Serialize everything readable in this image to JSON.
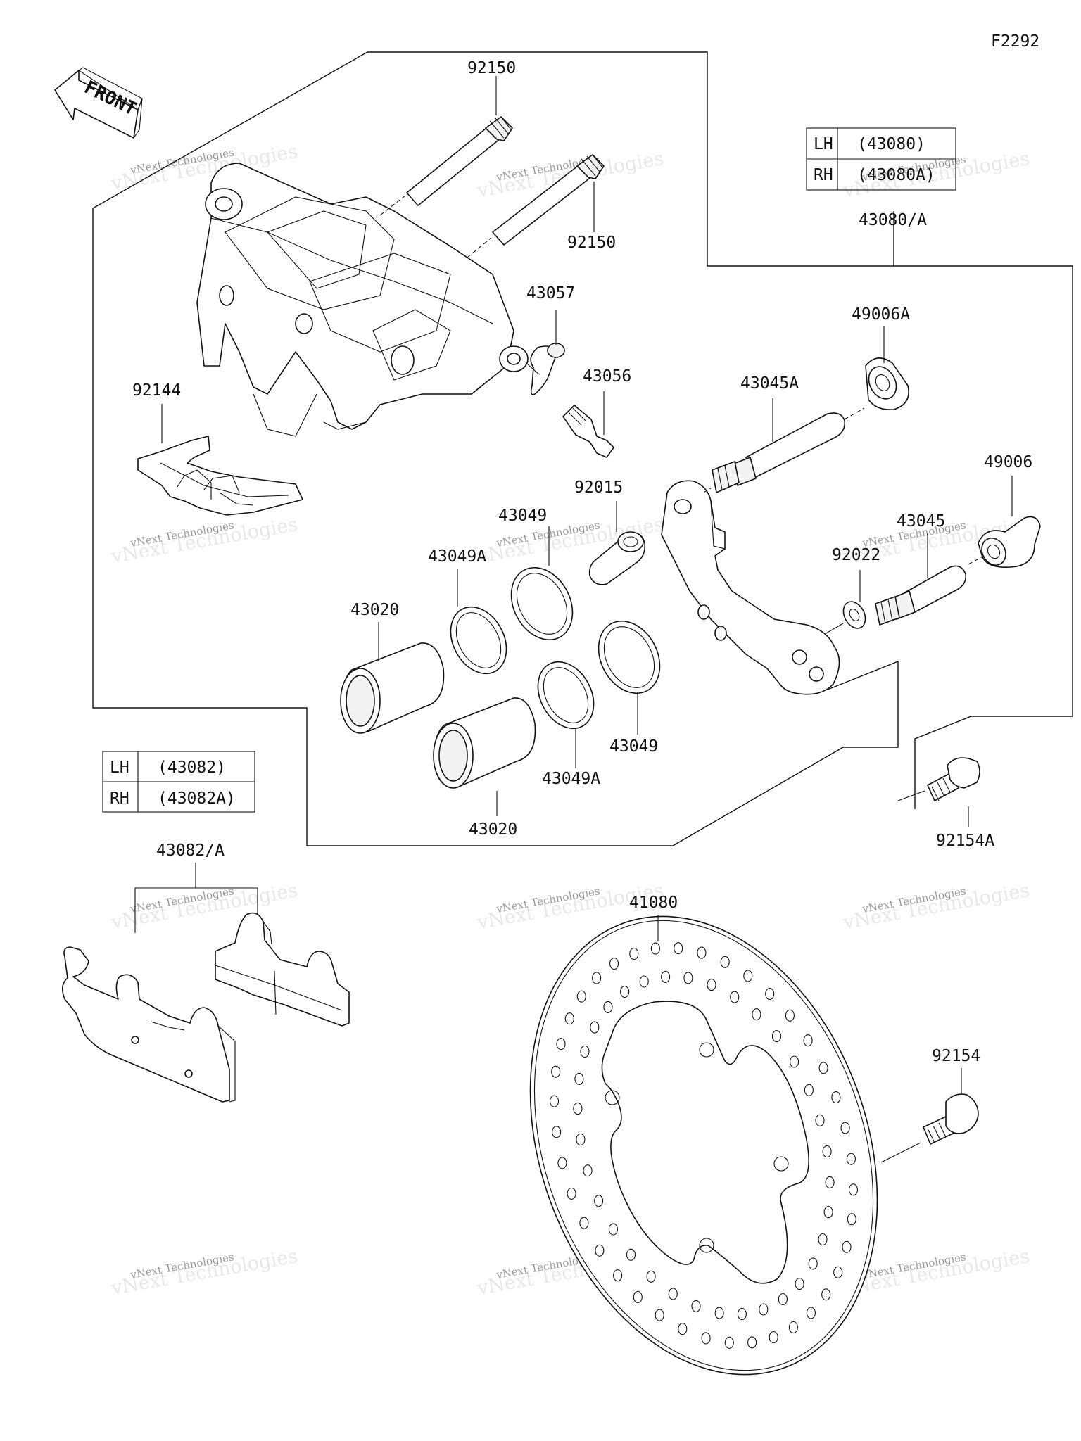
{
  "diagram": {
    "figure_code": "F2292",
    "front_label": "FRONT",
    "tables": {
      "caliper": {
        "rows": [
          {
            "side": "LH",
            "part": "(43080)"
          },
          {
            "side": "RH",
            "part": "(43080A)"
          }
        ]
      },
      "pads": {
        "rows": [
          {
            "side": "LH",
            "part": "(43082)"
          },
          {
            "side": "RH",
            "part": "(43082A)"
          }
        ]
      }
    },
    "parts": {
      "p92150_top": "92150",
      "p92150_bottom": "92150",
      "p43080": "43080/A",
      "p43057": "43057",
      "p43056": "43056",
      "p49006A": "49006A",
      "p43045A": "43045A",
      "p92144": "92144",
      "p92015": "92015",
      "p49006": "49006",
      "p43049_top": "43049",
      "p43045": "43045",
      "p43049A_top": "43049A",
      "p92022": "92022",
      "p43020_top": "43020",
      "p43049_bottom": "43049",
      "p43049A_bottom": "43049A",
      "p43020_bottom": "43020",
      "p92154A": "92154A",
      "p43082": "43082/A",
      "p41080": "41080",
      "p92154": "92154"
    },
    "watermark": {
      "line1": "vNext Technologies",
      "line2": "vNext Technologies"
    }
  }
}
